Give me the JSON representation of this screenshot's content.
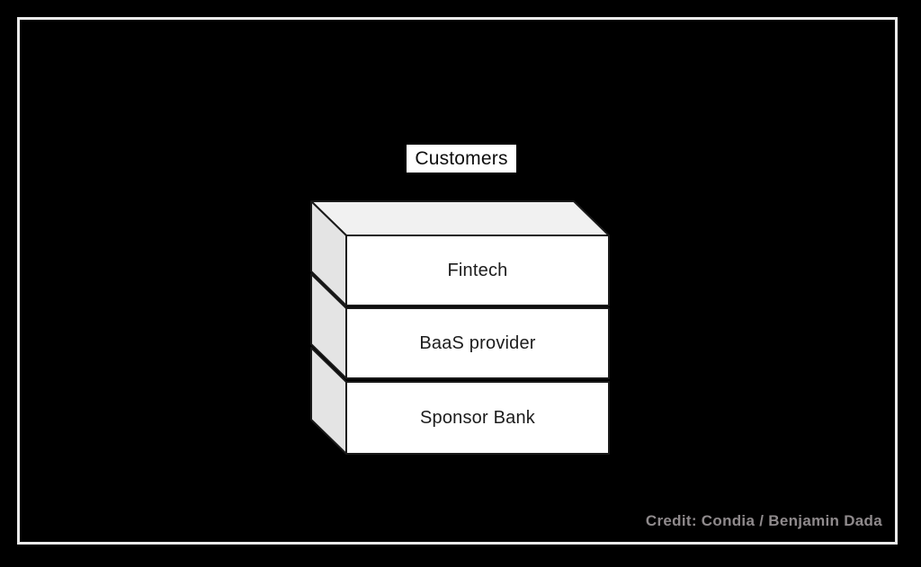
{
  "diagram": {
    "customers_label": "Customers",
    "layers": [
      {
        "label": "Fintech"
      },
      {
        "label": "BaaS provider"
      },
      {
        "label": "Sponsor Bank"
      }
    ],
    "credit": "Credit: Condia / Benjamin Dada"
  },
  "colors": {
    "background": "#000000",
    "frame_border": "#eaeaea",
    "top_face": "#f1f1f1",
    "side_face": "#e4e4e4",
    "front_face": "#ffffff",
    "outline": "#1a1a1a",
    "label_text": "#1c1c1c",
    "customers_bg": "#ffffff",
    "credit_text": "#8f8a8c"
  }
}
